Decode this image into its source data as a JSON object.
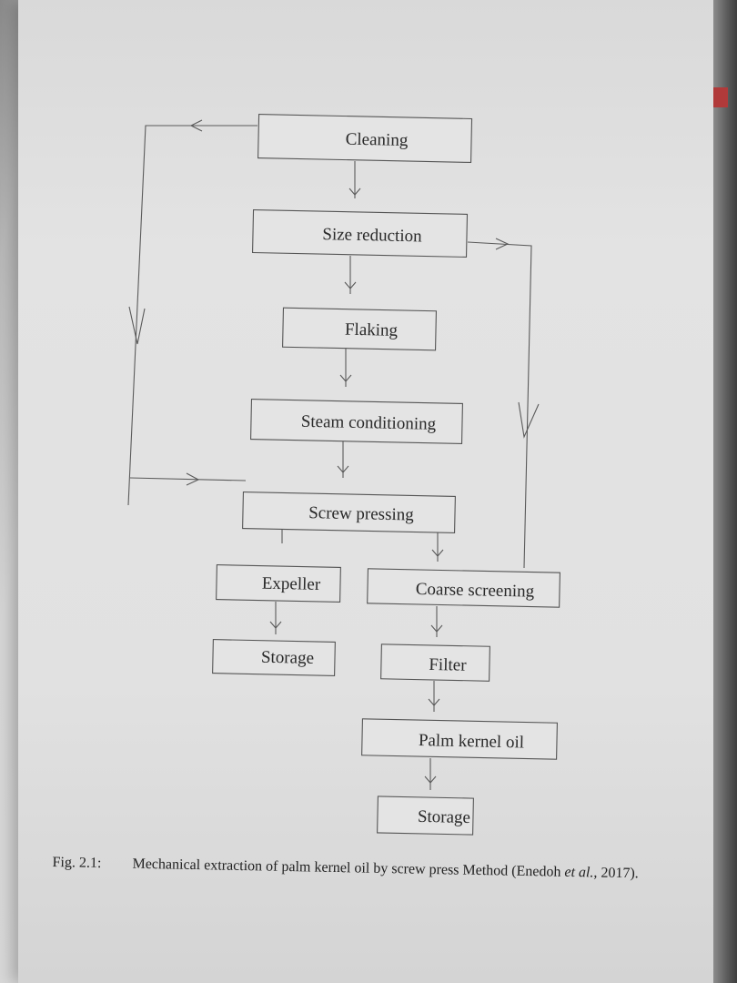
{
  "diagram": {
    "nodes": {
      "cleaning": "Cleaning",
      "size_reduction": "Size reduction",
      "flaking": "Flaking",
      "steam_conditioning": "Steam conditioning",
      "screw_pressing": "Screw pressing",
      "expeller": "Expeller",
      "storage_left": "Storage",
      "coarse_screening": "Coarse screening",
      "filter": "Filter",
      "palm_kernel_oil": "Palm kernel oil",
      "storage_right": "Storage"
    }
  },
  "caption": {
    "label": "Fig. 2.1:",
    "text": "Mechanical extraction of palm kernel oil by screw press Method (Enedoh",
    "italic": "et al.",
    "tail": ", 2017)."
  },
  "colors": {
    "paper": "#e1e1e1",
    "ink": "#2a2a2a",
    "accent_tab": "#b13a3a"
  }
}
